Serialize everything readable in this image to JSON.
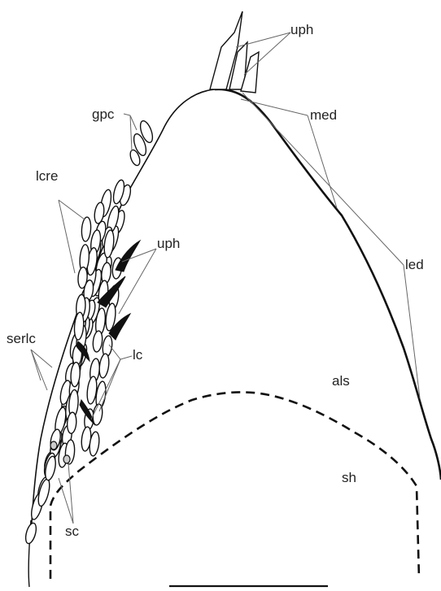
{
  "colors": {
    "outline": "#111111",
    "leader": "#666666",
    "label": "#222222",
    "background": "#ffffff",
    "cell_fill": "#ffffff",
    "hair_fill": "#111111",
    "stomata_fill": "#cccccc"
  },
  "labels": {
    "uph_top": "uph",
    "gpc": "gpc",
    "med": "med",
    "lcre": "lcre",
    "uph_margin": "uph",
    "led": "led",
    "serlc": "serlc",
    "lc": "lc",
    "als": "als",
    "sh": "sh",
    "sc": "sc"
  }
}
